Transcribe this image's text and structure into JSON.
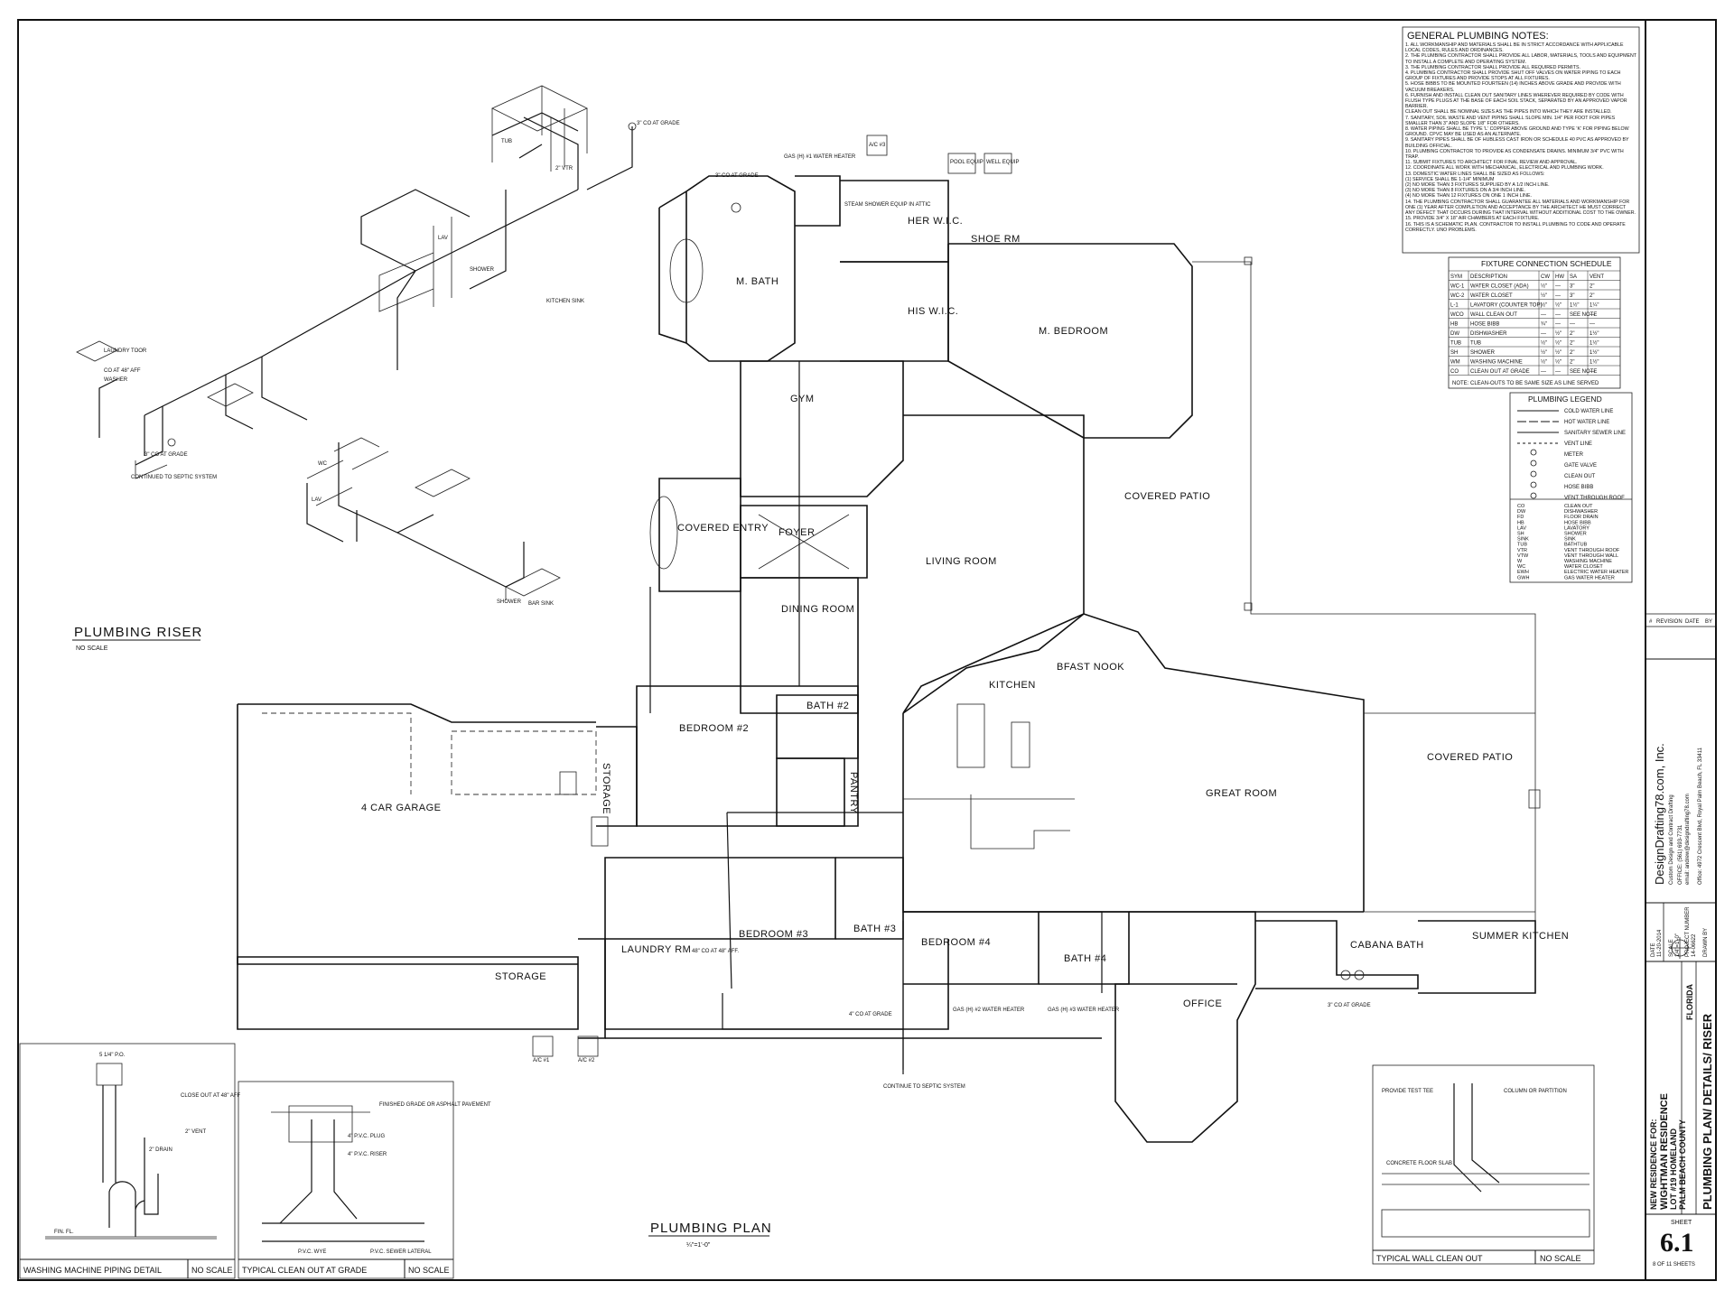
{
  "plan": {
    "title": "PLUMBING PLAN",
    "scale": "¼\"=1'-0\"",
    "rooms": [
      {
        "label": "M. BATH"
      },
      {
        "label": "HER W.I.C."
      },
      {
        "label": "SHOE RM"
      },
      {
        "label": "HIS W.I.C."
      },
      {
        "label": "M. BEDROOM"
      },
      {
        "label": "GYM"
      },
      {
        "label": "COVERED PATIO"
      },
      {
        "label": "COVERED ENTRY"
      },
      {
        "label": "FOYER"
      },
      {
        "label": "LIVING ROOM"
      },
      {
        "label": "DINING ROOM"
      },
      {
        "label": "KITCHEN"
      },
      {
        "label": "BFAST NOOK"
      },
      {
        "label": "BEDROOM #2"
      },
      {
        "label": "BATH #2"
      },
      {
        "label": "STORAGE"
      },
      {
        "label": "4 CAR GARAGE"
      },
      {
        "label": "PANTRY"
      },
      {
        "label": "GREAT ROOM"
      },
      {
        "label": "COVERED PATIO"
      },
      {
        "label": "BEDROOM #3"
      },
      {
        "label": "BATH #3"
      },
      {
        "label": "BEDROOM #4"
      },
      {
        "label": "BATH #4"
      },
      {
        "label": "LAUNDRY RM"
      },
      {
        "label": "STORAGE"
      },
      {
        "label": "OFFICE"
      },
      {
        "label": "CABANA BATH"
      },
      {
        "label": "SUMMER KITCHEN"
      }
    ],
    "callouts": [
      {
        "text": "3\" CO AT GRADE"
      },
      {
        "text": "GAS (H) #1 WATER HEATER"
      },
      {
        "text": "A/C #3"
      },
      {
        "text": "POOL EQUIP"
      },
      {
        "text": "WELL EQUIP"
      },
      {
        "text": "STEAM SHOWER EQUIP IN ATTIC"
      },
      {
        "text": "4\" CO AT GRADE"
      },
      {
        "text": "GAS (H) #2 WATER HEATER"
      },
      {
        "text": "GAS (H) #3 WATER HEATER"
      },
      {
        "text": "CONTINUE TO SEPTIC SYSTEM"
      },
      {
        "text": "A/C #1"
      },
      {
        "text": "A/C #2"
      },
      {
        "text": "3\" CO AT GRADE"
      },
      {
        "text": "48\" CO AT 48\" AFF."
      }
    ]
  },
  "riser": {
    "title": "PLUMBING RISER",
    "subtitle": "NO SCALE",
    "labels": [
      {
        "text": "3\" CO AT GRADE"
      },
      {
        "text": "TUB"
      },
      {
        "text": "2\" VTR"
      },
      {
        "text": "LAV"
      },
      {
        "text": "SHOWER"
      },
      {
        "text": "KITCHEN SINK"
      },
      {
        "text": "LAUNDRY TOOR"
      },
      {
        "text": "CO AT 48\" AFF"
      },
      {
        "text": "WASHER"
      },
      {
        "text": "3\" CO AT GRADE"
      },
      {
        "text": "CONTINUED TO SEPTIC SYSTEM"
      },
      {
        "text": "WC"
      },
      {
        "text": "LAV"
      },
      {
        "text": "SHOWER"
      },
      {
        "text": "BAR SINK"
      }
    ]
  },
  "notes": {
    "title": "GENERAL PLUMBING NOTES:",
    "items": [
      "1. ALL WORKMANSHIP AND MATERIALS SHALL BE IN STRICT ACCORDANCE WITH APPLICABLE LOCAL CODES, RULES AND ORDINANCES.",
      "2. THE PLUMBING CONTRACTOR SHALL PROVIDE ALL LABOR, MATERIALS, TOOLS AND EQUIPMENT TO INSTALL A COMPLETE AND OPERATING SYSTEM.",
      "3. THE PLUMBING CONTRACTOR SHALL PROVIDE ALL REQUIRED PERMITS.",
      "4. PLUMBING CONTRACTOR SHALL PROVIDE SHUT OFF VALVES ON WATER PIPING TO EACH GROUP OF FIXTURES AND PROVIDE STOPS AT ALL FIXTURES.",
      "5. HOSE BIBBS TO BE MOUNTED FOURTEEN (14) INCHES ABOVE GRADE AND PROVIDE WITH VACUUM BREAKERS.",
      "6. FURNISH AND INSTALL CLEAN OUT SANITARY LINES WHEREVER REQUIRED BY CODE WITH FLUSH TYPE PLUGS AT THE BASE OF EACH SOIL STACK, SEPARATED BY AN APPROVED VAPOR BARRIER.",
      "CLEAN OUT SHALL BE NOMINAL SIZES AS THE PIPES INTO WHICH THEY ARE INSTALLED.",
      "7. SANITARY, SOIL WASTE AND VENT PIPING SHALL SLOPE MIN. 1/4\" PER FOOT FOR PIPES SMALLER THAN 3\" AND SLOPE 1/8\" FOR OTHERS.",
      "8. WATER PIPING SHALL BE TYPE 'L' COPPER ABOVE GROUND AND TYPE 'K' FOR PIPING BELOW GROUND. CPVC MAY BE USED AS AN ALTERNATE.",
      "9. SANITARY PIPES SHALL BE OF HUBLESS CAST IRON OR SCHEDULE 40 PVC AS APPROVED BY BUILDING OFFICIAL.",
      "10. PLUMBING CONTRACTOR TO PROVIDE AS CONDENSATE DRAINS. MINIMUM 3/4\" PVC WITH TRAP.",
      "11. SUBMIT FIXTURES TO ARCHITECT FOR FINAL REVIEW AND APPROVAL.",
      "12. COORDINATE ALL WORK WITH MECHANICAL, ELECTRICAL AND PLUMBING WORK.",
      "13. DOMESTIC WATER LINES SHALL BE SIZED AS FOLLOWS:",
      "(1) SERVICE SHALL BE 1-1/4\" MINIMUM",
      "(2) NO MORE THAN 3 FIXTURES SUPPLIED BY A 1/2 INCH LINE.",
      "(3) NO MORE THAN 8 FIXTURES ON A 3/4 INCH LINE.",
      "(4) NO MORE THAN 12 FIXTURES ON ONE 1 INCH LINE.",
      "14. THE PLUMBING CONTRACTOR SHALL GUARANTEE ALL MATERIALS AND WORKMANSHIP FOR ONE (1) YEAR AFTER COMPLETION AND ACCEPTANCE BY THE ARCHITECT HE MUST CORRECT ANY DEFECT THAT OCCURS DURING THAT INTERVAL WITHOUT ADDITIONAL COST TO THE OWNER.",
      "15. PROVIDE 3/4\" X 18\" AIR CHAMBERS AT EACH FIXTURE.",
      "16. THIS IS A SCHEMATIC PLAN. CONTRACTOR TO INSTALL PLUMBING TO CODE AND OPERATE CORRECTLY. UNO PROBLEMS."
    ]
  },
  "fixture_schedule": {
    "title": "FIXTURE CONNECTION SCHEDULE",
    "headers": [
      "SYM",
      "DESCRIPTION",
      "CW",
      "HW",
      "SA",
      "VENT"
    ],
    "rows": [
      [
        "WC-1",
        "WATER CLOSET (ADA)",
        "½\"",
        "—",
        "3\"",
        "2\""
      ],
      [
        "WC-2",
        "WATER CLOSET",
        "½\"",
        "—",
        "3\"",
        "2\""
      ],
      [
        "L-1",
        "LAVATORY (COUNTER TOP)",
        "½\"",
        "½\"",
        "1½\"",
        "1¼\""
      ],
      [
        "WCO",
        "WALL CLEAN OUT",
        "—",
        "—",
        "SEE NOTE",
        "—"
      ],
      [
        "HB",
        "HOSE BIBB",
        "¾\"",
        "—",
        "—",
        "—"
      ],
      [
        "DW",
        "DISHWASHER",
        "—",
        "½\"",
        "2\"",
        "1½\""
      ],
      [
        "TUB",
        "TUB",
        "½\"",
        "½\"",
        "2\"",
        "1½\""
      ],
      [
        "SH",
        "SHOWER",
        "½\"",
        "½\"",
        "2\"",
        "1½\""
      ],
      [
        "WM",
        "WASHING MACHINE",
        "½\"",
        "½\"",
        "2\"",
        "1½\""
      ],
      [
        "CO",
        "CLEAN OUT AT GRADE",
        "—",
        "—",
        "SEE NOTE",
        "—"
      ]
    ],
    "note": "NOTE: CLEAN-OUTS TO BE SAME SIZE AS LINE SERVED"
  },
  "legend": {
    "title": "PLUMBING LEGEND",
    "lines": [
      {
        "label": "COLD WATER LINE"
      },
      {
        "label": "HOT WATER LINE"
      },
      {
        "label": "SANITARY SEWER LINE"
      },
      {
        "label": "VENT LINE"
      },
      {
        "label": "METER"
      },
      {
        "label": "GATE VALVE"
      },
      {
        "label": "CLEAN OUT"
      },
      {
        "label": "HOSE BIBB"
      },
      {
        "label": "VENT THROUGH ROOF"
      }
    ],
    "abbr": [
      [
        "CO",
        "CLEAN OUT"
      ],
      [
        "DW",
        "DISHWASHER"
      ],
      [
        "FD",
        "FLOOR DRAIN"
      ],
      [
        "HB",
        "HOSE BIBB"
      ],
      [
        "LAV",
        "LAVATORY"
      ],
      [
        "SH",
        "SHOWER"
      ],
      [
        "SINK",
        "SINK"
      ],
      [
        "TUB",
        "BATHTUB"
      ],
      [
        "VTR",
        "VENT THROUGH ROOF"
      ],
      [
        "VTW",
        "VENT THROUGH WALL"
      ],
      [
        "W",
        "WASHING MACHINE"
      ],
      [
        "WC",
        "WATER CLOSET"
      ],
      [
        "EWH",
        "ELECTRIC WATER HEATER"
      ],
      [
        "GWH",
        "GAS WATER HEATER"
      ]
    ]
  },
  "details": {
    "washing": {
      "title": "WASHING MACHINE PIPING DETAIL",
      "scale": "NO SCALE",
      "labels": [
        "5 1/4\" P.O.",
        "CLOSE OUT AT 48\" AFF",
        "2\" DRAIN",
        "2\" VENT",
        "FIN. FL."
      ]
    },
    "cleanout": {
      "title": "TYPICAL CLEAN OUT AT GRADE",
      "scale": "NO SCALE",
      "labels": [
        "FINISHED GRADE OR ASPHALT PAVEMENT",
        "4\" P.V.C. PLUG",
        "4\" P.V.C. RISER",
        "P.V.C. WYE",
        "P.V.C. SEWER LATERAL"
      ]
    },
    "wall": {
      "title": "TYPICAL WALL CLEAN OUT",
      "scale": "NO SCALE",
      "labels": [
        "PROVIDE TEST TEE",
        "COLUMN OR PARTITION",
        "CONCRETE FLOOR SLAB"
      ]
    }
  },
  "revision": {
    "headers": [
      "#",
      "REVISION",
      "DATE",
      "BY"
    ]
  },
  "title_block": {
    "company": "DesignDrafting78.com, Inc.",
    "company_sub": "Custom Design and Contract Drafting",
    "office": "OFFICE: (561) 693-7731",
    "email": "email: andrew@designdrafting78.com",
    "address": "Office: 4972 Crescent Blvd, Royal Palm Beach, FL 33411",
    "date_label": "DATE",
    "date": "11-20-2014",
    "scale_label": "SCALE",
    "scale": "1/4\"=1'-0\"",
    "project_label": "PROJECT NUMBER",
    "project": "14-06622",
    "drawn_label": "DRAWN BY",
    "new_residence": "NEW RESIDENCE FOR:",
    "client": "WIGHTMAN RESIDENCE",
    "lot": "LOT #19 HOMELAND",
    "county": "PALM BEACH COUNTY",
    "state": "FLORIDA",
    "sheet_title": "PLUMBING PLAN/ DETAILS/ RISER",
    "sheet_label": "SHEET",
    "sheet_number": "6.1",
    "sheet_of": "8 OF 11 SHEETS"
  }
}
